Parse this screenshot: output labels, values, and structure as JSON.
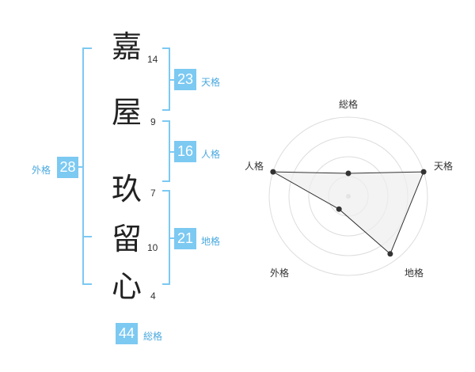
{
  "name": {
    "chars": [
      {
        "char": "嘉",
        "strokes": "14"
      },
      {
        "char": "屋",
        "strokes": "9"
      },
      {
        "char": "玖",
        "strokes": "7"
      },
      {
        "char": "留",
        "strokes": "10"
      },
      {
        "char": "心",
        "strokes": "4"
      }
    ]
  },
  "kaku": {
    "tenkaku": {
      "value": "23",
      "label": "天格"
    },
    "jinkaku": {
      "value": "16",
      "label": "人格"
    },
    "chikaku": {
      "value": "21",
      "label": "地格"
    },
    "gaikaku": {
      "value": "28",
      "label": "外格"
    },
    "soukaku": {
      "value": "44",
      "label": "総格"
    }
  },
  "chart_data": {
    "type": "radar",
    "axes": [
      "総格",
      "天格",
      "地格",
      "外格",
      "人格"
    ],
    "values": [
      0.29,
      1.0,
      0.9,
      0.2,
      1.0
    ],
    "rings": 4,
    "colors": {
      "accent": "#7cc9f2",
      "fill": "#eeeeee",
      "line": "#333333",
      "grid": "#dddddd"
    }
  }
}
